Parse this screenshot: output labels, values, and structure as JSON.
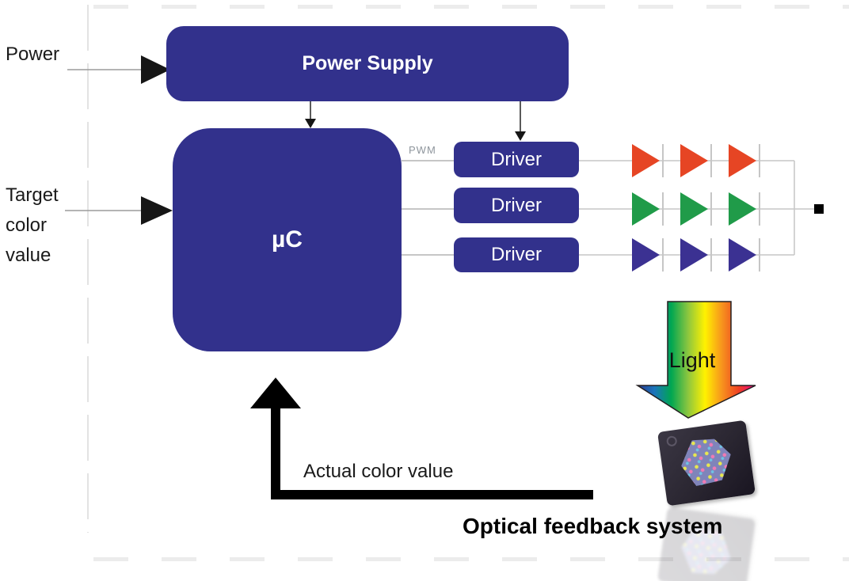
{
  "inputs": {
    "power_label": "Power",
    "target_label_lines": [
      "Target",
      "color",
      "value"
    ]
  },
  "blocks": {
    "power_supply_label": "Power Supply",
    "microcontroller_label": "µC",
    "driver_labels": [
      "Driver",
      "Driver",
      "Driver"
    ]
  },
  "signals": {
    "pwm_label": "PWM",
    "feedback_label": "Actual color value",
    "light_label": "Light",
    "sensor_caption": "Optical feedback system"
  },
  "led_channels": [
    {
      "name": "red",
      "color": "#e64524",
      "led_count": 3
    },
    {
      "name": "green",
      "color": "#209b49",
      "led_count": 3
    },
    {
      "name": "blue",
      "color": "#3b3192",
      "led_count": 3
    }
  ],
  "colors": {
    "block_fill": "#32318c",
    "block_text": "#ffffff",
    "wire_gray": "#c6c6c6",
    "signal_gray": "#b3b3b3",
    "feedback_black": "#000000",
    "output_node": "#000000",
    "spectrum": [
      "#2b3990",
      "#1b75bc",
      "#00a651",
      "#8dc63f",
      "#fff200",
      "#f7941d",
      "#ef4123",
      "#ec008c"
    ]
  }
}
